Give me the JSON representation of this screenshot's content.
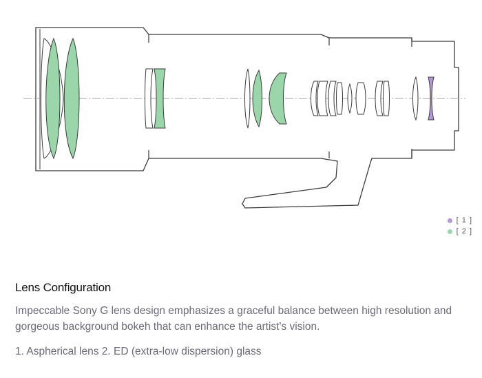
{
  "colors": {
    "outline": "#3a3a3a",
    "axis": "#a0a0a0",
    "aspherical": "#b39ad6",
    "ed": "#9bd6ab",
    "text_heading": "#111111",
    "text_body": "#6a6a78"
  },
  "legend": {
    "items": [
      {
        "label": "[ 1 ]",
        "color": "#b39ad6"
      },
      {
        "label": "[ 2 ]",
        "color": "#9bd6ab"
      }
    ]
  },
  "section": {
    "title": "Lens Configuration",
    "description": "Impeccable Sony G lens design emphasizes a graceful balance between high resolution and gorgeous background bokeh that can enhance the artist's vision.",
    "footnote": "1. Aspherical lens 2. ED (extra-low dispersion) glass"
  }
}
